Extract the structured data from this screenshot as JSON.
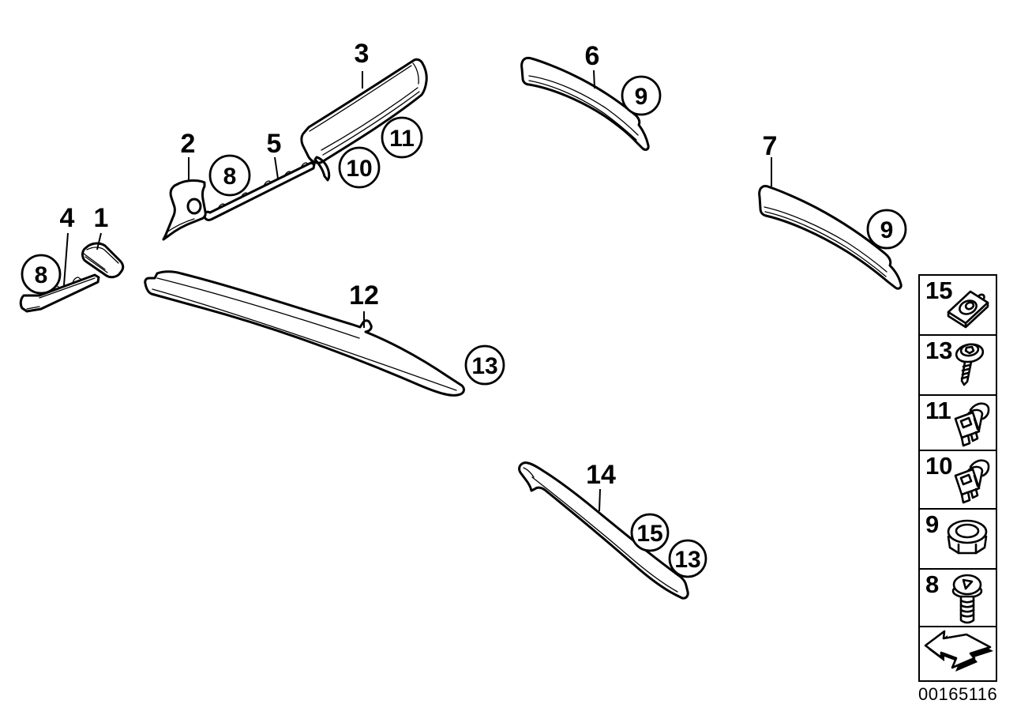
{
  "colors": {
    "ink": "#000000",
    "background": "#ffffff"
  },
  "diagram": {
    "part_labels": {
      "p1": "1",
      "p2": "2",
      "p3": "3",
      "p4": "4",
      "p5": "5",
      "p6": "6",
      "p7": "7",
      "p12": "12",
      "p14": "14"
    },
    "callouts": {
      "c8_left": "8",
      "c8_mid": "8",
      "c9_top": "9",
      "c9_right": "9",
      "c10": "10",
      "c11": "11",
      "c13_mid": "13",
      "c15_bottom": "15",
      "c13_bottom": "13"
    }
  },
  "legend": {
    "items": [
      {
        "number": "15",
        "icon": "speed-nut-clip-icon"
      },
      {
        "number": "13",
        "icon": "self-tapping-screw-icon"
      },
      {
        "number": "11",
        "icon": "retaining-clip-icon"
      },
      {
        "number": "10",
        "icon": "retaining-clip-icon"
      },
      {
        "number": "9",
        "icon": "cap-lock-nut-icon"
      },
      {
        "number": "8",
        "icon": "button-head-screw-icon"
      },
      {
        "number": "",
        "icon": "direction-arrow-icon"
      }
    ]
  },
  "footer": {
    "document_number": "00165116"
  }
}
